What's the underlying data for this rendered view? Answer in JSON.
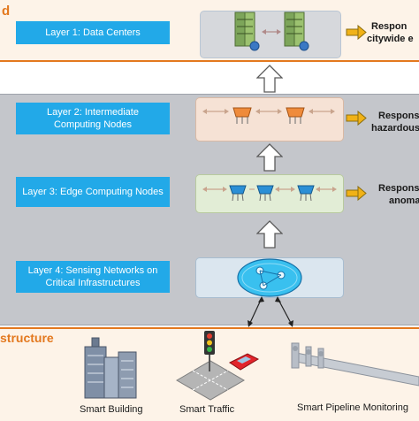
{
  "top_section": {
    "title_fragment": "d"
  },
  "layers": [
    {
      "label": "Layer 1: Data Centers",
      "response": [
        "Respon",
        "citywide e"
      ]
    },
    {
      "label": "Layer 2: Intermediate Computing Nodes",
      "response": [
        "Respons",
        "hazardous"
      ]
    },
    {
      "label": "Layer 3: Edge Computing Nodes",
      "response": [
        "Respons",
        "anoma"
      ]
    },
    {
      "label": "Layer 4: Sensing Networks on Critical Infrastructures",
      "response": []
    }
  ],
  "infrastructure": {
    "title_fragment": "structure",
    "items": [
      {
        "caption": "Smart Building",
        "icon": "building-icon"
      },
      {
        "caption": "Smart Traffic",
        "icon": "traffic-intersection-icon"
      },
      {
        "caption": "Smart Pipeline Monitoring",
        "icon": "pipeline-icon"
      }
    ]
  },
  "colors": {
    "accent_orange": "#e3781e",
    "label_blue": "#22a9e8",
    "gray_band": "#c4c6cb",
    "arrow_gold": "#f1b217"
  }
}
